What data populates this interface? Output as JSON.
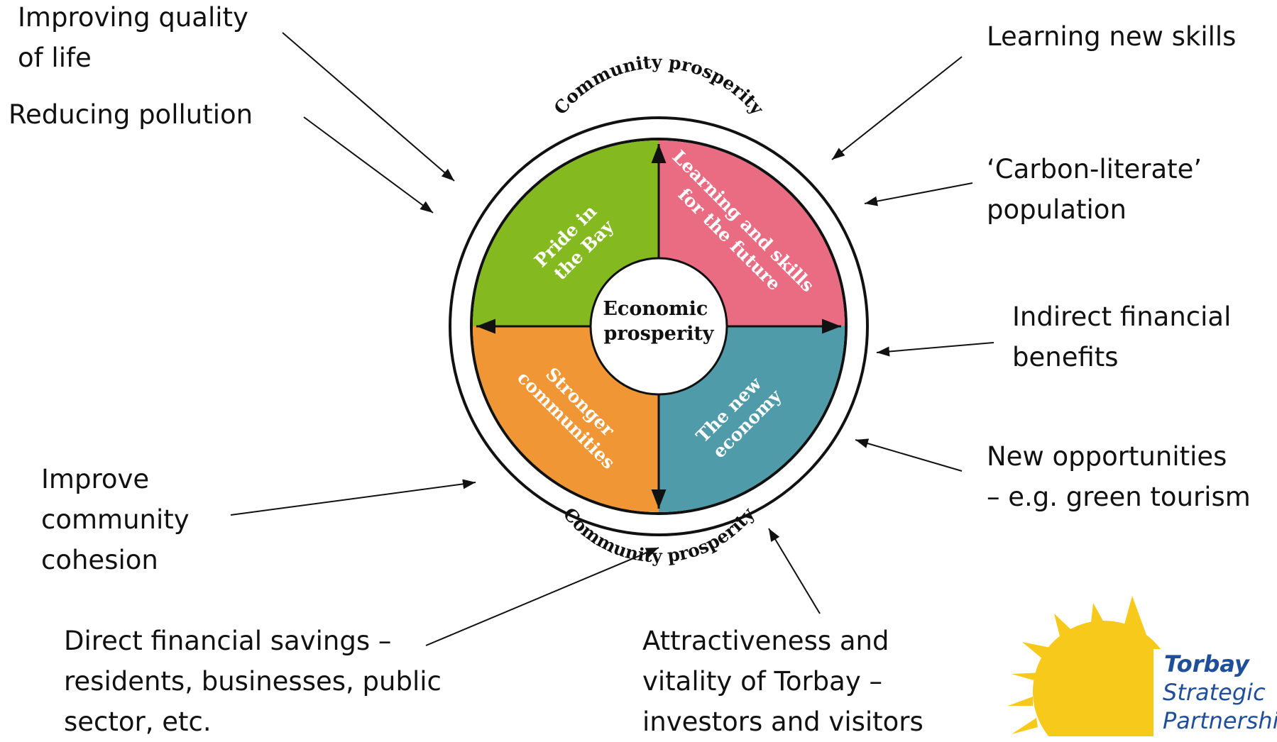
{
  "diagram": {
    "center": [
      "Economic",
      "prosperity"
    ],
    "ring_label_top": "Community prosperity",
    "ring_label_bottom": "Community prosperity",
    "quadrants": {
      "green": {
        "lines": [
          "Pride in",
          "the Bay"
        ],
        "color": "#84b91f"
      },
      "pink": {
        "lines": [
          "Learning and skills",
          "for the future"
        ],
        "color": "#e96c82"
      },
      "orange": {
        "lines": [
          "Stronger",
          "communities"
        ],
        "color": "#f19635"
      },
      "teal": {
        "lines": [
          "The new",
          "economy"
        ],
        "color": "#4f9ba9"
      }
    }
  },
  "annotations": {
    "improving_quality": [
      "Improving quality",
      "of life"
    ],
    "reducing_pollution": [
      "Reducing pollution"
    ],
    "learning_new_skills": [
      "Learning new skills"
    ],
    "carbon_literate": [
      "‘Carbon-literate’",
      "population"
    ],
    "indirect_financial": [
      "Indirect financial",
      "benefits"
    ],
    "new_opportunities": [
      "New opportunities",
      "– e.g. green tourism"
    ],
    "improve_community": [
      "Improve",
      "community",
      "cohesion"
    ],
    "direct_financial": [
      "Direct financial savings –",
      "residents, businesses, public",
      "sector, etc."
    ],
    "attractiveness": [
      "Attractiveness and",
      "vitality of Torbay –",
      "investors and visitors"
    ]
  },
  "logo": {
    "line1": "Torbay",
    "line2": "Strategic",
    "line3": "Partnership",
    "colors": {
      "sun": "#f7c91a",
      "text": "#1f4e9a"
    }
  }
}
